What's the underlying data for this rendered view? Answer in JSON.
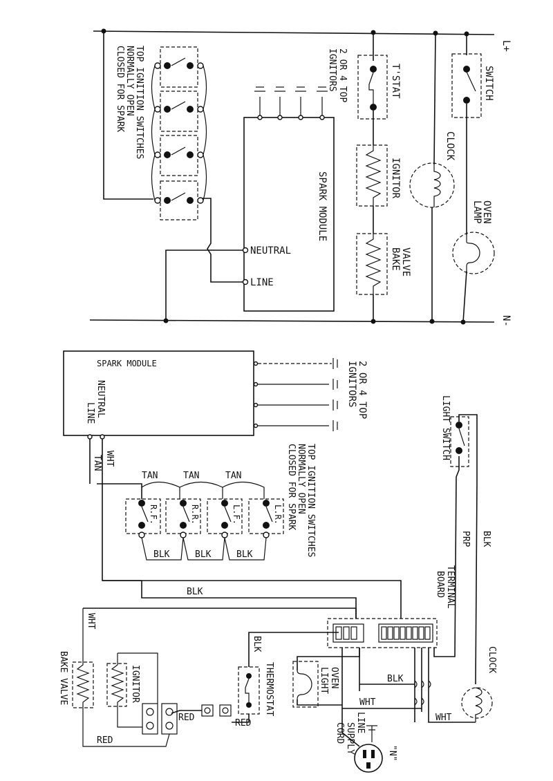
{
  "top": {
    "l_plus": "L+",
    "n_minus": "N-",
    "tstat": "T'STAT",
    "ignitors": [
      "2 OR 4 TOP",
      "IGNITORS"
    ],
    "ignitor": "IGNITOR",
    "bake_valve": [
      "BAKE",
      "VALVE"
    ],
    "switch": "SWITCH",
    "clock": "CLOCK",
    "oven_lamp": [
      "OVEN",
      "LAMP"
    ],
    "spark_module": "SPARK MODULE",
    "neutral": "NEUTRAL",
    "line": "LINE",
    "top_switches": [
      "TOP IGNITION SWITCHES",
      "NORMALLY OPEN",
      "CLOSED FOR SPARK"
    ]
  },
  "bottom": {
    "spark_module": "SPARK MODULE",
    "neutral": "NEUTRAL",
    "line": "LINE",
    "ignitors": [
      "2 OR 4 TOP",
      "IGNITORS"
    ],
    "light_switch": "LIGHT SWITCH",
    "wht": "WHT",
    "tan": "TAN",
    "blk": "BLK",
    "red": "RED",
    "prp": "PRP",
    "switch_labels": [
      "R.F.",
      "R.R.",
      "L.F.",
      "L.R."
    ],
    "top_switches": [
      "TOP IGNITION SWITCHES",
      "NORMALLY OPEN",
      "CLOSED FOR SPARK"
    ],
    "terminal_board": [
      "TERMINAL",
      "BOARD"
    ],
    "clock": "CLOCK",
    "oven_light": [
      "OVEN",
      "LIGHT"
    ],
    "thermostat": "THERMOSTAT",
    "ignitor": "IGNITOR",
    "bake_valve": "BAKE VALVE",
    "supply_cord": [
      "LINE",
      "SUPPLY",
      "CORD"
    ],
    "n_mark": "\"N\""
  }
}
